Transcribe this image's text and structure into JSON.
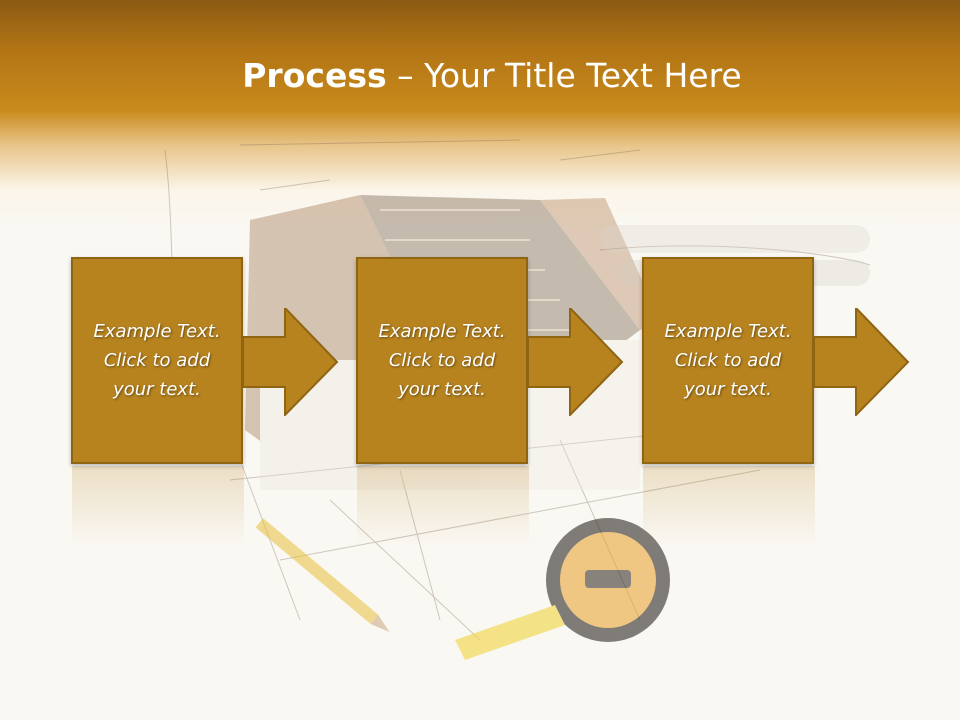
{
  "slide": {
    "title_bold": "Process",
    "title_rest": " – Your Title Text Here",
    "colors": {
      "header_dark": "#8a5a12",
      "header_light": "#c98a1c",
      "box_fill": "#b7831f",
      "box_border": "#8f6413",
      "text": "#ffffff"
    }
  },
  "steps": [
    {
      "label": "Example Text. Click  to add your text.",
      "icon": "arrow-right-icon"
    },
    {
      "label": "Example Text. Click  to add your text.",
      "icon": "arrow-right-icon"
    },
    {
      "label": "Example Text. Click  to add your text.",
      "icon": "arrow-right-icon"
    }
  ],
  "background_image": {
    "icons": [
      "house-model-icon",
      "blueprint-sketch-icon",
      "pencil-icon",
      "tape-measure-icon",
      "rolled-plans-icon"
    ]
  }
}
